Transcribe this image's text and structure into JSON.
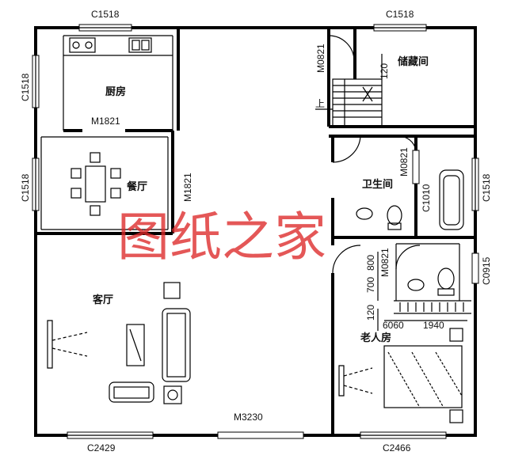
{
  "rooms": {
    "kitchen": "厨房",
    "dining": "餐厅",
    "living": "客厅",
    "storage": "储藏间",
    "bathroom": "卫生间",
    "elder_bedroom": "老人房"
  },
  "windows": {
    "top_left": "C1518",
    "top_right": "C1518",
    "left_upper": "C1518",
    "left_middle": "C1518",
    "right_bath": "C1518",
    "right_small": "C0915",
    "bottom_left": "C2429",
    "bottom_right": "C2466",
    "bath_inner": "C1010"
  },
  "doors": {
    "kitchen": "M1821",
    "dining": "M1821",
    "storage": "M0821",
    "bathroom": "M0821",
    "bedroom_bath": "M0821",
    "main": "M3230"
  },
  "dimensions": {
    "storage_120": "120",
    "bed_120": "120",
    "bed_700": "700",
    "bed_800": "800",
    "bed_6060": "6060",
    "bed_1940": "1940"
  },
  "stairs": {
    "label": "上"
  },
  "watermark": "图纸之家"
}
